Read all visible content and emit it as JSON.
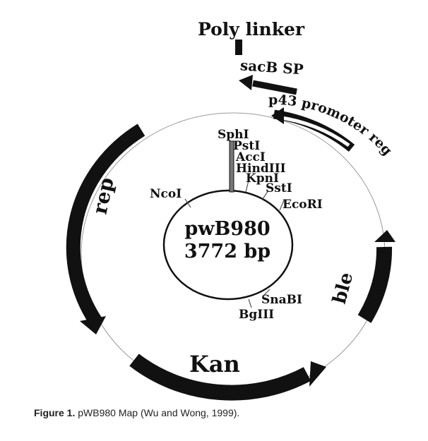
{
  "plasmid": {
    "name": "pwB980",
    "size": "3772 bp"
  },
  "features": {
    "poly_linker": "Poly linker",
    "sacb_sp": "sacB SP",
    "p43": "p43 promoter region",
    "rep": "rep",
    "ble": "ble",
    "kan": "Kan"
  },
  "sites": {
    "sphi": "SphI",
    "psti": "PstI",
    "acci": "AccI",
    "hindiii": "HindIII",
    "kpni": "KpnI",
    "ssti": "SstI",
    "ecori": "EcoRI",
    "ncoi": "NcoI",
    "snabi": "SnaBI",
    "bglii": "BgIII"
  },
  "caption": {
    "label": "Figure 1.",
    "text": "pWB980 Map (Wu and Wong, 1999)."
  }
}
